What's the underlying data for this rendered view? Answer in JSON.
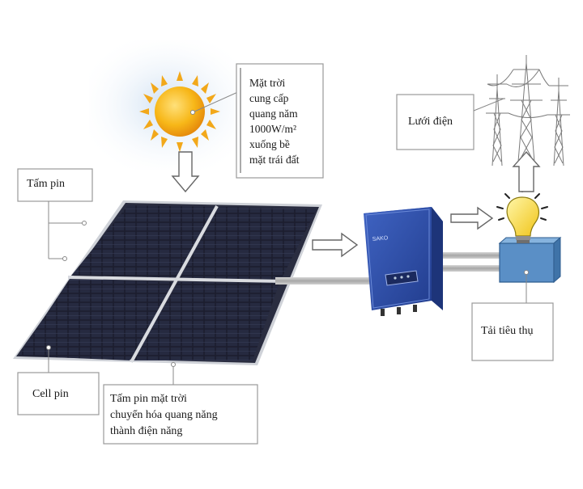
{
  "labels": {
    "sun": [
      "Mặt trời",
      "cung cấp",
      "quang năm",
      "1000W/m²",
      "xuống bề",
      "mặt trái đất"
    ],
    "panel": "Tấm pin",
    "grid": "Lưới điện",
    "cell": "Cell pin",
    "panel_desc": [
      "Tấm pin mặt trời",
      "chuyển hóa quang năng",
      "thành điện năng"
    ],
    "load": "Tải tiêu thụ",
    "inverter_brand": "SAKO"
  },
  "colors": {
    "panel_cell": "#1b1d2e",
    "panel_frame": "#c9ccd2",
    "inverter": "#2f4fa8",
    "load_box": "#5a8fc6",
    "bulb": "#f5d73a",
    "sun": "#f2b21d",
    "sky_glow": "#cfe0f2",
    "line": "#9a9a9a"
  },
  "icons": [
    "sun-icon",
    "light-bulb-icon",
    "transmission-tower-icon",
    "arrow-icon"
  ]
}
